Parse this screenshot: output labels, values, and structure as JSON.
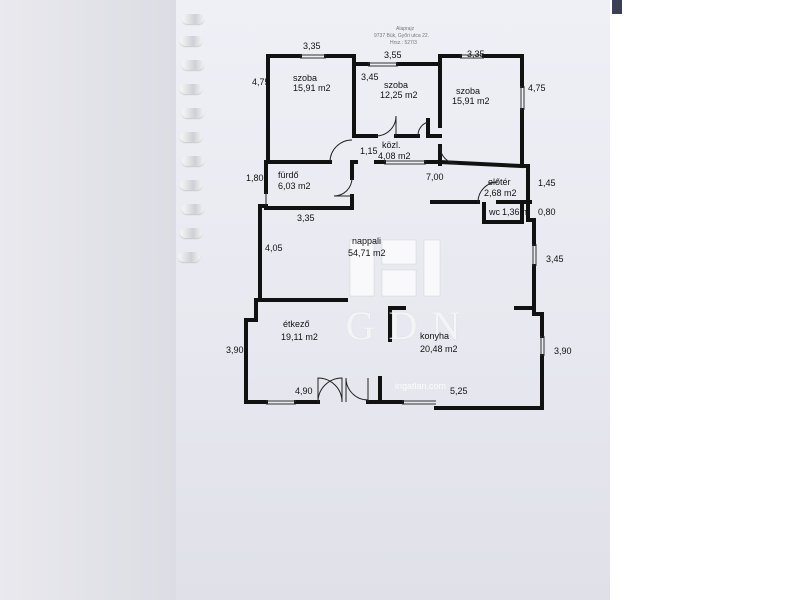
{
  "header": {
    "line1": "Alaprajz",
    "line2": "9737 Bük, Győri utca 22.",
    "line3": "Hrsz.: 527/3"
  },
  "rooms": {
    "szoba_left": {
      "name": "szoba",
      "area": "15,91 m2"
    },
    "szoba_mid": {
      "name": "szoba",
      "area": "12,25 m2"
    },
    "szoba_right": {
      "name": "szoba",
      "area": "15,91 m2"
    },
    "kozl": {
      "name": "közl.",
      "area": "4,08 m2"
    },
    "furdo": {
      "name": "fürdő",
      "area": "6,03 m2"
    },
    "eloter": {
      "name": "előtér",
      "area": "2,68 m2"
    },
    "wc": {
      "name": "wc",
      "area": "1,36m"
    },
    "nappali": {
      "name": "nappali",
      "area": "54,71 m2"
    },
    "etkezo": {
      "name": "étkező",
      "area": "19,11 m2"
    },
    "konyha": {
      "name": "konyha",
      "area": "20,48 m2"
    }
  },
  "dims": {
    "top_left": "3,35",
    "top_mid": "3,55",
    "top_right": "3,35",
    "left_upper": "4,75",
    "mid_inner": "3,45",
    "right_upper": "4,75",
    "kozl_left": "1,15",
    "furdo_left": "1,80",
    "hall_len": "7,00",
    "right_hall": "1,45",
    "wc_right": "0,80",
    "furdo_bottom": "3,35",
    "nappali_left": "4,05",
    "right_mid": "3,45",
    "left_lower": "3,90",
    "right_lower": "3,90",
    "bottom_left": "4,90",
    "bottom_right": "5,25"
  },
  "watermark": {
    "logo": "GDN",
    "site": "ingatlan.com"
  }
}
